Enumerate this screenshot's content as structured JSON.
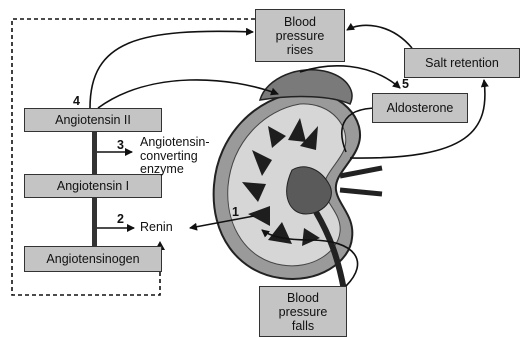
{
  "boxes": {
    "bp_rises": [
      "Blood",
      "pressure",
      "rises"
    ],
    "salt_retention": "Salt retention",
    "aldosterone": "Aldosterone",
    "angiotensin_ii": "Angiotensin II",
    "angiotensin_i": "Angiotensin I",
    "angiotensinogen": "Angiotensinogen",
    "bp_falls": [
      "Blood",
      "pressure",
      "falls"
    ]
  },
  "labels": {
    "ace": [
      "Angiotensin-",
      "converting",
      "enzyme"
    ],
    "renin": "Renin"
  },
  "steps": [
    "1",
    "2",
    "3",
    "4",
    "5"
  ],
  "colors": {
    "box_fill": "#c4c4c4",
    "line": "#1a1a1a",
    "kidney_outer": "#8a8a8a",
    "kidney_dark": "#222222"
  }
}
